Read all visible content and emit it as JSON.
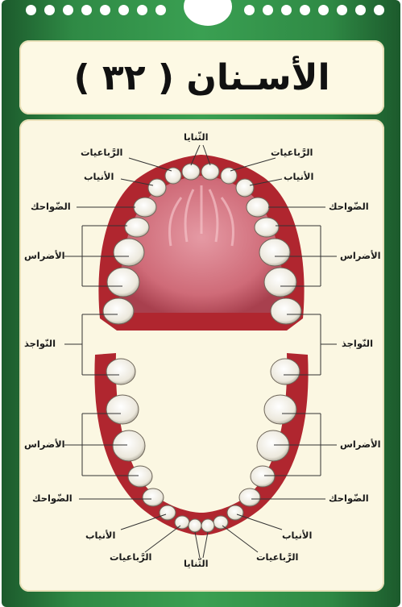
{
  "title": "الأسـنان ( ٣٢ )",
  "labels": {
    "upper_incisors": "الثّنايا",
    "upper_laterals_left": "الرَّباعيات",
    "upper_laterals_right": "الرَّباعيات",
    "upper_canines_left": "الأنياب",
    "upper_canines_right": "الأنياب",
    "upper_premolars_left": "الضّواحك",
    "upper_premolars_right": "الضّواحك",
    "upper_molars_left": "الأضراس",
    "upper_molars_right": "الأضراس",
    "wisdom_left": "النّواجذ",
    "wisdom_right": "النّواجذ",
    "lower_molars_left": "الأضراس",
    "lower_molars_right": "الأضراس",
    "lower_premolars_left": "الضّواحك",
    "lower_premolars_right": "الضّواحك",
    "lower_canines_left": "الأنياب",
    "lower_canines_right": "الأنياب",
    "lower_laterals_left": "الرَّباعيات",
    "lower_laterals_right": "الرَّباعيات",
    "lower_incisors": "الثّنايا"
  },
  "colors": {
    "frame_green": "#3aa052",
    "panel_cream": "#fbf7e2",
    "gum_red": "#a8232b",
    "palate_pink": "#d97e8a",
    "tooth_white": "#f4f1e6"
  }
}
